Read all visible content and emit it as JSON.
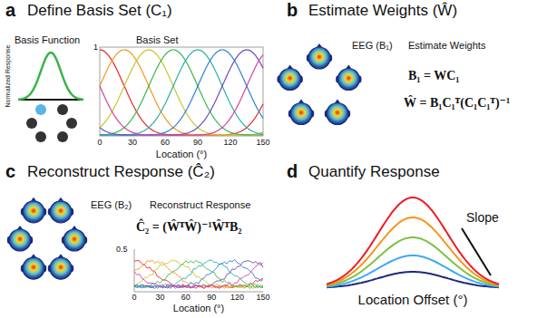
{
  "diagram": {
    "labels": [
      "a",
      "Define Basis Set (C₁)",
      "Basis Function",
      "Normalized Response",
      "Basis Set",
      "1",
      "0",
      "30",
      "60",
      "90",
      "120",
      "150",
      "Location (°)",
      "b",
      "Estimate Weights (Ŵ)",
      "EEG (B₁)",
      "Estimate Weights",
      "B₁ = WC₁",
      "Ŵ = B₁C₁ᵀ(C₁C₁ᵀ)⁻¹",
      "c",
      "Reconstruct Response (Ĉ₂)",
      "EEG (B₂)",
      "Reconstruct Response",
      "Ĉ₂ = (ŴᵀŴ)⁻¹ŴᵀB₂",
      "0.5",
      "0",
      "30",
      "60",
      "90",
      "120",
      "150",
      "Location (°)",
      "d",
      "Quantify Response",
      "Slope",
      "Location Offset (°)"
    ]
  }
}
